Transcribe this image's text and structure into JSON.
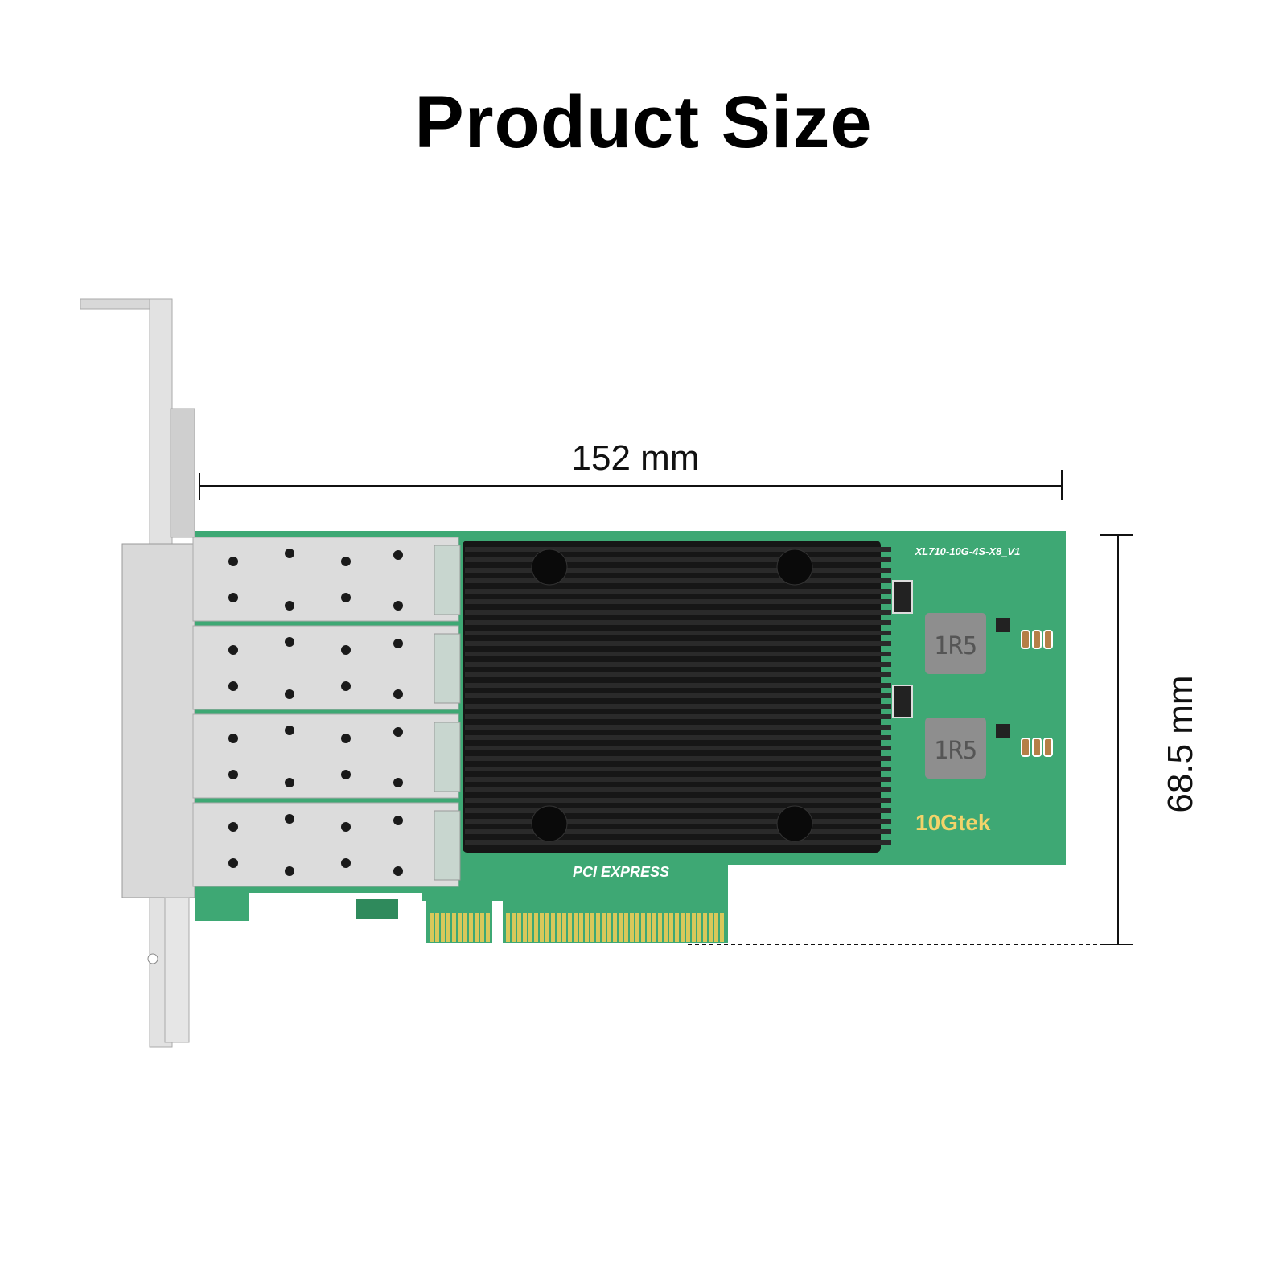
{
  "title": "Product Size",
  "dimensions": {
    "length": "152 mm",
    "height": "68.5 mm"
  },
  "board": {
    "model_label": "XL710-10G-4S-X8_V1",
    "brand_logo": "10Gtek",
    "inductor_marking": "1R5",
    "interface_logo": "PCI EXPRESS",
    "colors": {
      "pcb": "#3ea874",
      "heatsink": "#161616",
      "gold_fingers": "#d9c85a",
      "logo": "#f3d36a"
    }
  }
}
